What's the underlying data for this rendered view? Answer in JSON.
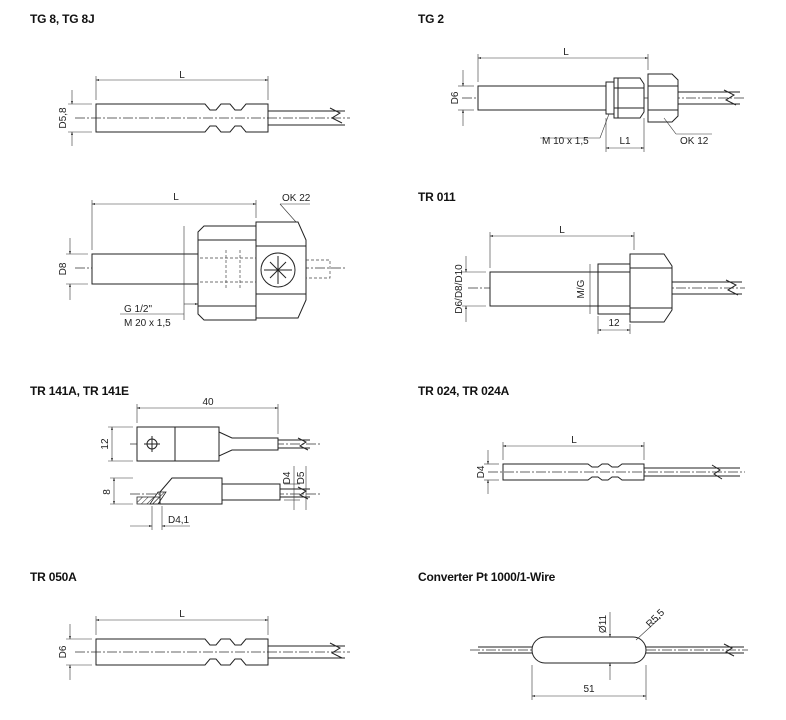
{
  "sections": {
    "tg8": {
      "title": "TG 8, TG 8J",
      "L": "L",
      "D": "D5,8"
    },
    "tg2": {
      "title": "TG 2",
      "L": "L",
      "D": "D6",
      "thread": "M 10 x 1,5",
      "L1": "L1",
      "ok": "OK 12"
    },
    "mid": {
      "L": "L",
      "D": "D8",
      "ok": "OK 22",
      "g": "G 1/2\"",
      "m": "M 20 x 1,5"
    },
    "tr011": {
      "title": "TR 011",
      "L": "L",
      "D": "D6/D8/D10",
      "mg": "M/G",
      "w": "12"
    },
    "tr141": {
      "title": "TR 141A, TR 141E",
      "w": "40",
      "h12": "12",
      "h8": "8",
      "d4": "D4",
      "d5": "D5",
      "d41": "D4,1"
    },
    "tr024": {
      "title": "TR 024, TR 024A",
      "L": "L",
      "D": "D4"
    },
    "tr050": {
      "title": "TR 050A",
      "L": "L",
      "D": "D6"
    },
    "conv": {
      "title": "Converter Pt 1000/1-Wire",
      "dia": "Ø11",
      "r": "R5,5",
      "len": "51"
    }
  }
}
